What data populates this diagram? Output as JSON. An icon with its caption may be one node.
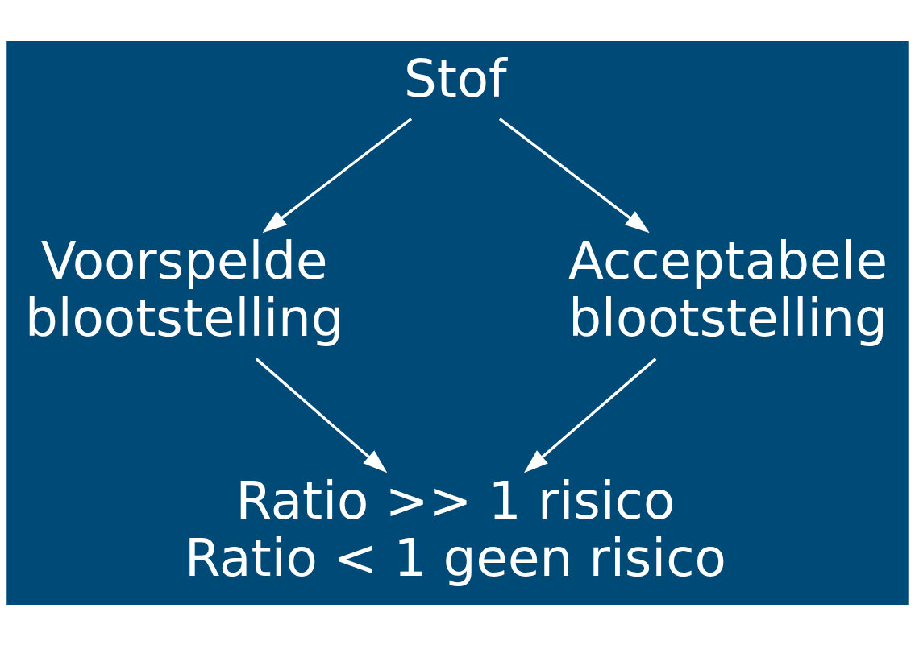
{
  "diagram": {
    "nodes": [
      {
        "text": [
          "Stof"
        ]
      },
      {
        "text": [
          "Voorspelde blootstelling"
        ]
      },
      {
        "text": [
          "Acceptabele blootstelling"
        ]
      },
      {
        "text": [
          "Ratio >> 1 risico",
          "Ratio < 1 geen risico"
        ]
      }
    ],
    "edges": [
      {
        "from": 0,
        "to": 1,
        "arrow": "to"
      },
      {
        "from": 0,
        "to": 2,
        "arrow": "to"
      },
      {
        "from": 1,
        "to": 3,
        "arrow": "to"
      },
      {
        "from": 2,
        "to": 3,
        "arrow": "to"
      }
    ]
  }
}
